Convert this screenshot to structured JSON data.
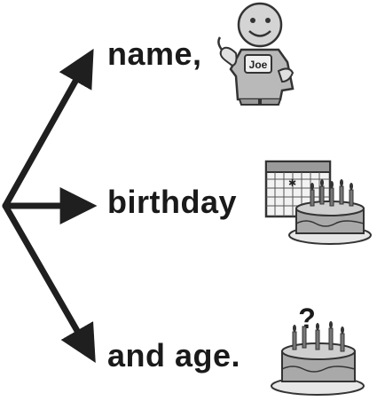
{
  "labels": {
    "name": "name,",
    "birthday": "birthday",
    "age": "and age."
  },
  "icons": {
    "person": "person-with-name-tag-icon",
    "calendar_cake": "calendar-and-birthday-cake-icon",
    "cake_question": "birthday-cake-with-question-mark-icon"
  },
  "name_tag_text": "Joe",
  "question_mark": "?",
  "colors": {
    "arrow": "#1f1f1f",
    "text": "#1a1a1a",
    "icon_fill": "#cfcfcf",
    "icon_dark": "#8a8a8a"
  }
}
